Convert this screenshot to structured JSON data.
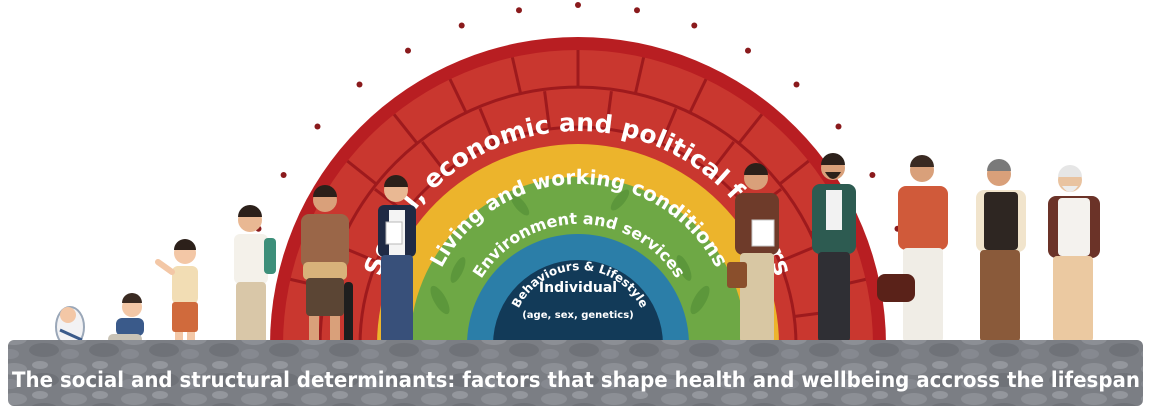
{
  "diagram": {
    "layers": [
      {
        "label": "Social, economic and political factors",
        "color": "#b81e22"
      },
      {
        "label": "Living and working conditions",
        "color": "#ecb42c"
      },
      {
        "label": "Environment and services",
        "color": "#6ea845"
      },
      {
        "label": "Behaviours & Lifestyle",
        "color": "#2b7ea8"
      },
      {
        "label": "Individual",
        "color": "#123a58"
      }
    ],
    "core_detail": "(age, sex, genetics)",
    "footer": "The social and structural determinants: factors that shape health and wellbeing accross the lifespan"
  },
  "figures": [
    {
      "name": "baby-figure",
      "stage": "infant"
    },
    {
      "name": "toddler-figure",
      "stage": "toddler"
    },
    {
      "name": "child-figure",
      "stage": "child"
    },
    {
      "name": "schoolboy-figure",
      "stage": "school-age"
    },
    {
      "name": "teen-skater-figure",
      "stage": "teen"
    },
    {
      "name": "student-figure",
      "stage": "young adult"
    },
    {
      "name": "office-worker-figure",
      "stage": "adult"
    },
    {
      "name": "bearded-man-figure",
      "stage": "adult"
    },
    {
      "name": "handbag-man-figure",
      "stage": "middle age"
    },
    {
      "name": "vest-man-figure",
      "stage": "older adult"
    },
    {
      "name": "elder-figure",
      "stage": "elderly"
    }
  ]
}
